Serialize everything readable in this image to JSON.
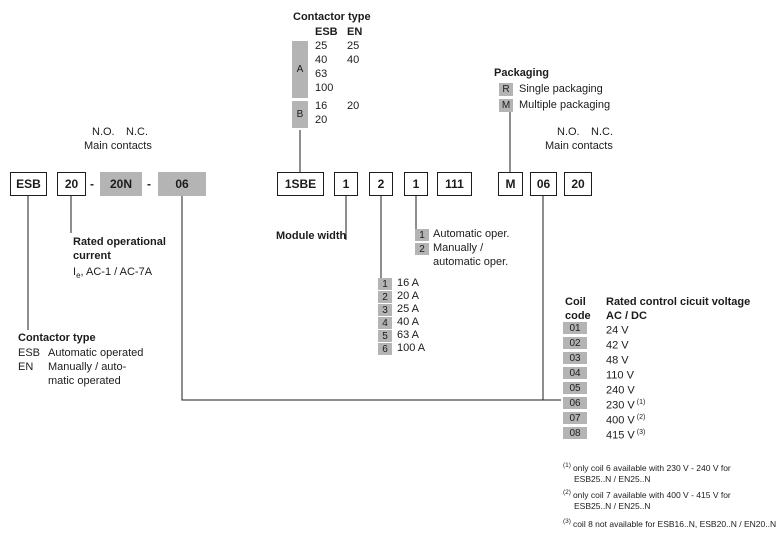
{
  "colors": {
    "box_gray": "#b4b4b4",
    "line": "#1c1c1c"
  },
  "left_code": {
    "no": "N.O.",
    "nc": "N.C.",
    "main_contacts": "Main contacts",
    "segments": [
      {
        "text": "ESB"
      },
      {
        "text": "20"
      },
      {
        "text": "-"
      },
      {
        "text": "20N"
      },
      {
        "text": "-"
      },
      {
        "text": "06"
      }
    ]
  },
  "right_code": {
    "no": "N.O.",
    "nc": "N.C.",
    "main_contacts": "Main contacts",
    "segments": [
      {
        "text": "1SBE"
      },
      {
        "text": "1"
      },
      {
        "text": "2"
      },
      {
        "text": "1"
      },
      {
        "text": "111"
      },
      {
        "text": "M"
      },
      {
        "text": "06"
      },
      {
        "text": "20"
      }
    ]
  },
  "contactor_type_table": {
    "title": "Contactor type",
    "col_esb": "ESB",
    "col_en": "EN",
    "group_a": {
      "key": "A",
      "rows": [
        {
          "esb": "25",
          "en": "25"
        },
        {
          "esb": "40",
          "en": "40"
        },
        {
          "esb": "63",
          "en": ""
        },
        {
          "esb": "100",
          "en": ""
        }
      ]
    },
    "group_b": {
      "key": "B",
      "rows": [
        {
          "esb": "16",
          "en": "20"
        },
        {
          "esb": "20",
          "en": ""
        }
      ]
    }
  },
  "packaging": {
    "title": "Packaging",
    "items": [
      {
        "key": "R",
        "label": "Single packaging"
      },
      {
        "key": "M",
        "label": "Multiple packaging"
      }
    ]
  },
  "module_width_label": "Module width",
  "operation": {
    "row1_key": "1",
    "row1_label": "Automatic oper.",
    "row2_key": "2",
    "row2_label": "Manually /",
    "row3_label": "automatic oper."
  },
  "amperage": {
    "rows": [
      {
        "key": "1",
        "value": "16 A"
      },
      {
        "key": "2",
        "value": "20 A"
      },
      {
        "key": "3",
        "value": "25 A"
      },
      {
        "key": "4",
        "value": "40 A"
      },
      {
        "key": "5",
        "value": "63 A"
      },
      {
        "key": "6",
        "value": "100 A"
      }
    ]
  },
  "coil_table": {
    "head_coil": "Coil",
    "head_code": "code",
    "head_voltage": "Rated control cicuit voltage",
    "head_acdc": "AC / DC",
    "rows": [
      {
        "code": "01",
        "voltage": "24 V",
        "note": ""
      },
      {
        "code": "02",
        "voltage": "42 V",
        "note": ""
      },
      {
        "code": "03",
        "voltage": "48 V",
        "note": ""
      },
      {
        "code": "04",
        "voltage": "110 V",
        "note": ""
      },
      {
        "code": "05",
        "voltage": "240 V",
        "note": ""
      },
      {
        "code": "06",
        "voltage": "230 V",
        "note": "(1)"
      },
      {
        "code": "07",
        "voltage": "400 V",
        "note": "(2)"
      },
      {
        "code": "08",
        "voltage": "415 V",
        "note": "(3)"
      }
    ]
  },
  "contactor_type_legend": {
    "title": "Contactor type",
    "row1_key": "ESB",
    "row1_label": "Automatic operated",
    "row2_key": "EN",
    "row2_line1": "Manually / auto-",
    "row2_line2": "matic operated"
  },
  "rated_current": {
    "line1": "Rated operational",
    "line2": "current",
    "symbol": "I",
    "symbol_sub": "e",
    "suffix": ", AC-1 / AC-7A"
  },
  "footnotes": [
    {
      "marker": "(1)",
      "line1": "only coil 6 available with 230 V - 240 V for",
      "line2": "ESB25..N / EN25..N"
    },
    {
      "marker": "(2)",
      "line1": "only coil 7 available with 400 V - 415 V for",
      "line2": "ESB25..N / EN25..N"
    },
    {
      "marker": "(3)",
      "line1": "coil 8 not available for ESB16..N, ESB20..N / EN20..N",
      "line2": ""
    }
  ]
}
